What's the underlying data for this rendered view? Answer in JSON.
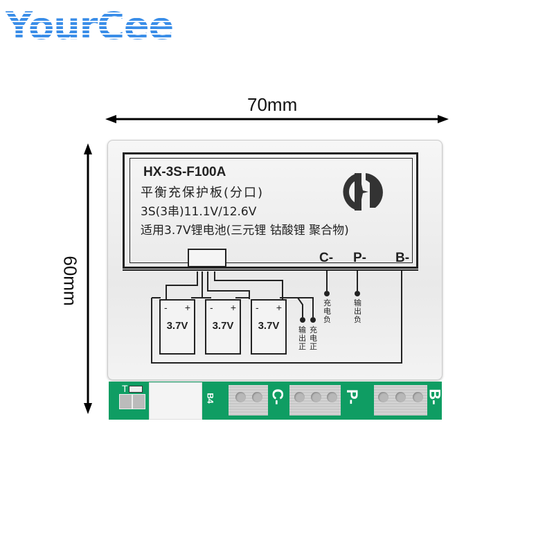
{
  "brand": {
    "logo_text": "YourCee",
    "color": "#3b8ee8"
  },
  "dimensions": {
    "width_label": "70mm",
    "height_label": "60mm"
  },
  "label": {
    "model": "HX-3S-F100A",
    "title": "平衡充保护板(分口)",
    "spec": "3S(3串)11.1V/12.6V",
    "usage": "适用3.7V锂电池(三元锂 钴酸锂 聚合物)",
    "terminals": [
      "C-",
      "P-",
      "B-"
    ],
    "logo_icon": "company-logo-icon"
  },
  "diagram": {
    "cells": [
      {
        "neg": "-",
        "pos": "+",
        "voltage": "3.7V"
      },
      {
        "neg": "-",
        "pos": "+",
        "voltage": "3.7V"
      },
      {
        "neg": "-",
        "pos": "+",
        "voltage": "3.7V"
      }
    ],
    "wire_labels": {
      "output_positive": "输出正",
      "charge_positive": "充电正",
      "charge_negative": "充电负",
      "output_negative": "输出负"
    }
  },
  "pcb": {
    "temp_label": "T",
    "connector_label": "B4",
    "pads": [
      "C-",
      "P-",
      "B-"
    ],
    "pcb_color": "#0f9d63"
  }
}
